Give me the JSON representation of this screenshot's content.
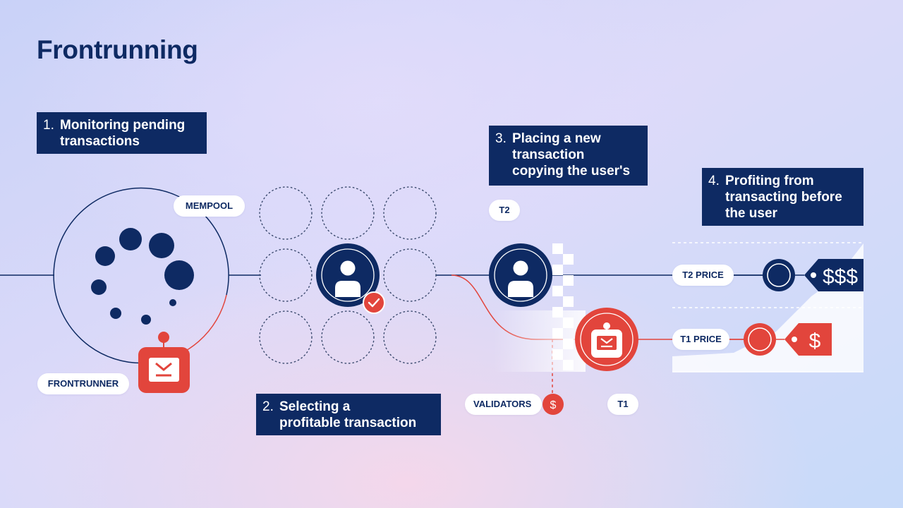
{
  "title": "Frontrunning",
  "steps": [
    {
      "num": "1.",
      "text": "Monitoring pending\ntransactions"
    },
    {
      "num": "2.",
      "text": "Selecting a\nprofitable transaction"
    },
    {
      "num": "3.",
      "text": "Placing a new\ntransaction\ncopying the user's"
    },
    {
      "num": "4.",
      "text": "Profiting from\ntransacting before\nthe user"
    }
  ],
  "labels": {
    "mempool": "MEMPOOL",
    "frontrunner": "FRONTRUNNER",
    "t2": "T2",
    "t1": "T1",
    "validators": "VALIDATORS",
    "t2_price": "T2 PRICE",
    "t1_price": "T1 PRICE",
    "high_price": "$$$",
    "low_price": "$",
    "validator_fee": "$"
  },
  "colors": {
    "navy": "#0e2a63",
    "red": "#e2453c",
    "white": "#ffffff"
  },
  "icons": [
    "user-icon",
    "robot-icon",
    "check-icon",
    "price-tag-icon",
    "dollar-icon"
  ]
}
